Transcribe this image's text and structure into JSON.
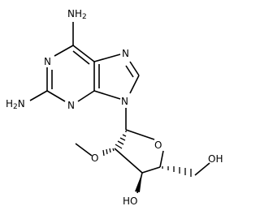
{
  "labels": {
    "nh2_top": "NH",
    "nh2_top_sub": "2",
    "h2n_left": "H",
    "h2n_left_sub": "2",
    "h2n_left_n": "N",
    "n_upper_left": "N",
    "n_lower_middle": "N",
    "n_upper_right": "N",
    "n_glycosidic": "N",
    "o_ring": "O",
    "o_methoxy": "O",
    "ho_3prime": "HO",
    "oh_5prime": "OH"
  }
}
